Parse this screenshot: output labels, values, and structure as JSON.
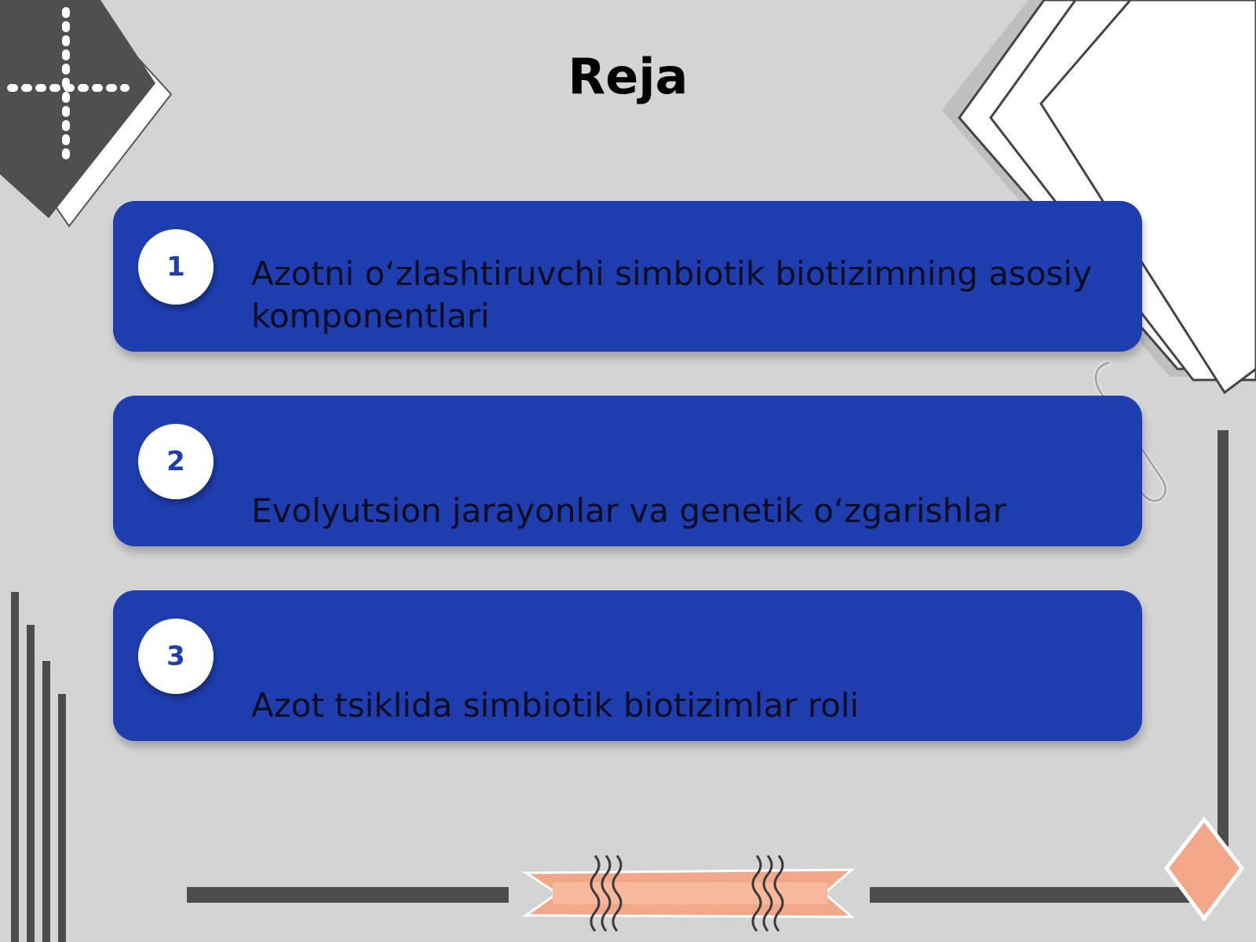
{
  "slide": {
    "title": "Reja"
  },
  "agenda": {
    "items": [
      {
        "number": "1",
        "text": "Azotni o‘zlashtiruvchi simbiotik biotizimning asosiy komponentlari"
      },
      {
        "number": "2",
        "text": "Evolyutsion jarayonlar va genetik o‘zgarishlar"
      },
      {
        "number": "3",
        "text": "Azot tsiklida simbiotik biotizimlar roli"
      }
    ]
  },
  "colors": {
    "background": "#d4d4d4",
    "card": "#1e3eb0",
    "badge": "#ffffff",
    "badge_text": "#1e3eb0",
    "ribbon": "#f2a789",
    "dark_lines": "#4d4d4d"
  }
}
